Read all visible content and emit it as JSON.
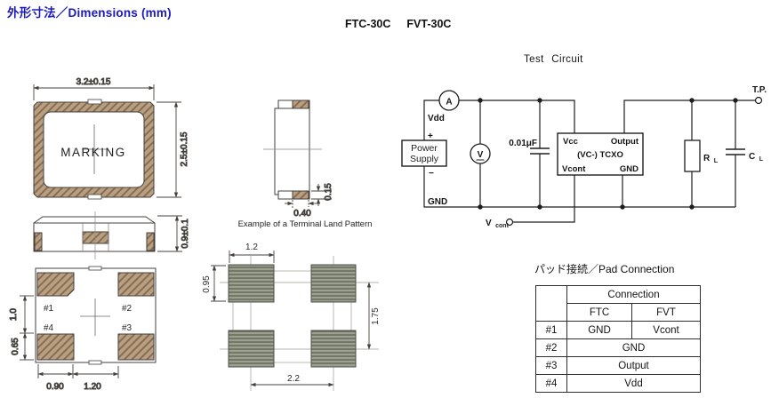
{
  "header": {
    "dimensions_title": "外形寸法／Dimensions (mm)",
    "model_left": "FTC-30C",
    "model_right": "FVT-30C"
  },
  "package_views": {
    "marking": "MARKING",
    "dim_width": "3.2±0.15",
    "dim_height": "2.5±0.15",
    "dim_thickness": "0.9±0.1",
    "pad1": "#1",
    "pad2": "#2",
    "pad3": "#3",
    "pad4": "#4",
    "dim_pad_row_pitch": "1.0",
    "dim_pad_height": "0.65",
    "dim_pad_width": "0.90",
    "dim_pad_gap": "1.20",
    "dim_cap_thickness": "0.15",
    "dim_cap_width": "0.40"
  },
  "land_pattern": {
    "caption": "Example of a Terminal Land Pattern",
    "dim_pad_width": "1.2",
    "dim_pad_height": "0.95",
    "dim_row_pitch": "1.75",
    "dim_col_pitch": "2.2"
  },
  "test_circuit": {
    "title": "Test Circuit",
    "ammeter": "A",
    "voltmeter": "V",
    "vdd": "Vdd",
    "plus": "+",
    "minus": "−",
    "power_supply_l1": "Power",
    "power_supply_l2": "Supply",
    "gnd_left": "GND",
    "capacitor": "0.01μF",
    "tcxo_vcc": "Vcc",
    "tcxo_output": "Output",
    "tcxo_name": "(VC-) TCXO",
    "tcxo_vcont": "Vcont",
    "tcxo_gnd": "GND",
    "vcont_main": "V",
    "vcont_sub": "cont",
    "tp": "T.P.",
    "rl_main": "R",
    "rl_sub": "L",
    "cl_main": "C",
    "cl_sub": "L"
  },
  "pad_table": {
    "title": "パッド接続／Pad Connection",
    "col_connection": "Connection",
    "col_ftc": "FTC",
    "col_fvt": "FVT",
    "rows": [
      {
        "pad": "#1",
        "ftc": "GND",
        "fvt": "Vcont"
      },
      {
        "pad": "#2",
        "all": "GND"
      },
      {
        "pad": "#3",
        "all": "Output"
      },
      {
        "pad": "#4",
        "all": "Vdd"
      }
    ]
  },
  "colors": {
    "title_blue": "#1a1abe",
    "drawing_line": "#46413c",
    "circuit_line": "#1e1e1e",
    "hatch_tan_bg": "#b79f82",
    "hatch_tan_line": "#86674d",
    "hatch_gray_bg": "#a9ad9d",
    "hatch_gray_line": "#565b4c"
  }
}
